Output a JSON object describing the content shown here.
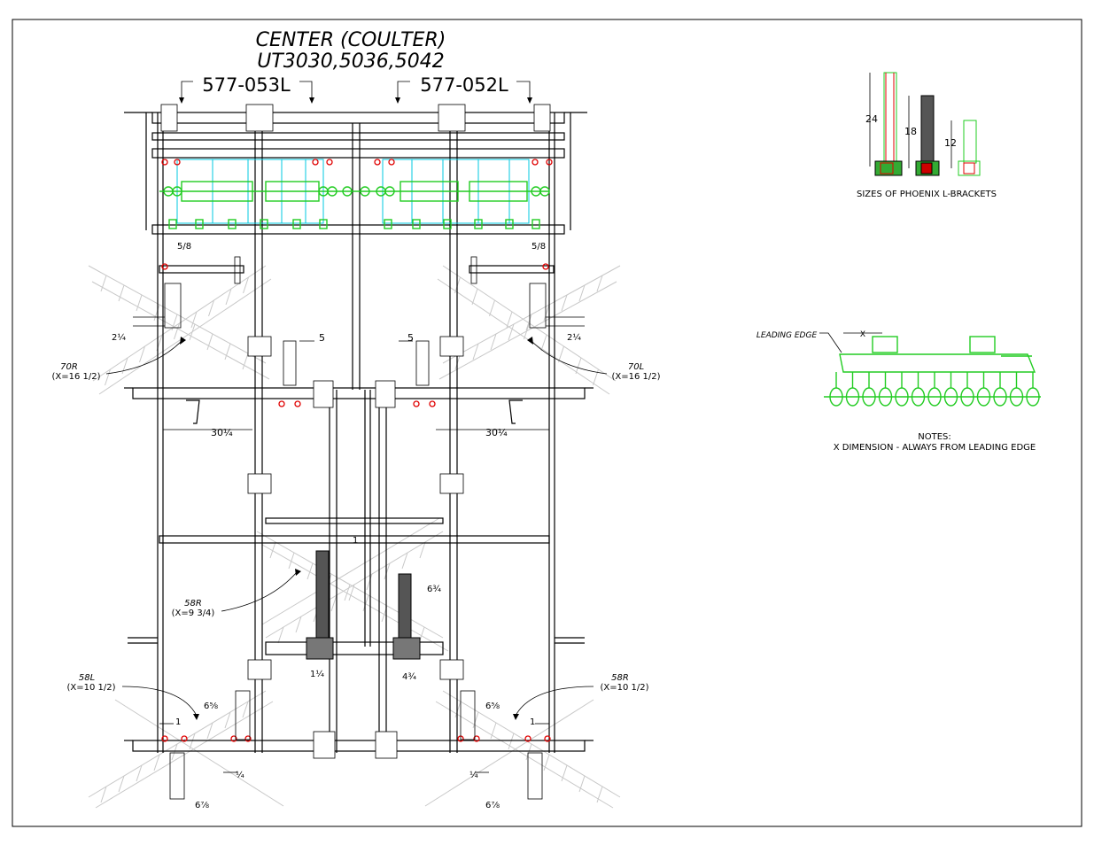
{
  "title": {
    "line1": "CENTER (COULTER)",
    "line2": "UT3030,5036,5042"
  },
  "parts": {
    "left": "577-053L",
    "right": "577-052L"
  },
  "dimensions": {
    "top_left_5_8": "5/8",
    "top_right_5_8": "5/8",
    "left_2_1_4": "2¼",
    "right_2_1_4": "2¼",
    "center_left_5": "5",
    "center_right_5": "5",
    "left_30_1_4": "30¼",
    "right_30_1_4": "30¼",
    "mid_1": "1",
    "mid_6_3_4": "6¾",
    "bottom_1_1_4": "1¼",
    "bottom_4_3_4": "4¾",
    "bl_6_5_8": "6⅝",
    "br_6_5_8": "6⅝",
    "bl_1": "1",
    "br_1": "1",
    "bl_1_4": "¼",
    "br_1_4": "¼",
    "bl_6_7_8": "6⅞",
    "br_6_7_8": "6⅞"
  },
  "callouts": {
    "c70r": {
      "name": "70R",
      "x": "(X=16 1/2)"
    },
    "c70l": {
      "name": "70L",
      "x": "(X=16 1/2)"
    },
    "c58r_mid": {
      "name": "58R",
      "x": "(X=9 3/4)"
    },
    "c58l": {
      "name": "58L",
      "x": "(X=10 1/2)"
    },
    "c58r_bottom": {
      "name": "58R",
      "x": "(X=10 1/2)"
    }
  },
  "brackets": {
    "sizes": [
      "24",
      "18",
      "12"
    ],
    "caption": "SIZES OF PHOENIX L-BRACKETS"
  },
  "leading_edge": {
    "label": "LEADING EDGE",
    "x_label": "X",
    "notes_title": "NOTES:",
    "notes_text": "X DIMENSION - ALWAYS FROM LEADING EDGE"
  },
  "colors": {
    "frame": "#000000",
    "coulter_gray": "#c8c8c8",
    "green": "#22cc22",
    "cyan": "#00c8e0",
    "red": "#e00000"
  }
}
